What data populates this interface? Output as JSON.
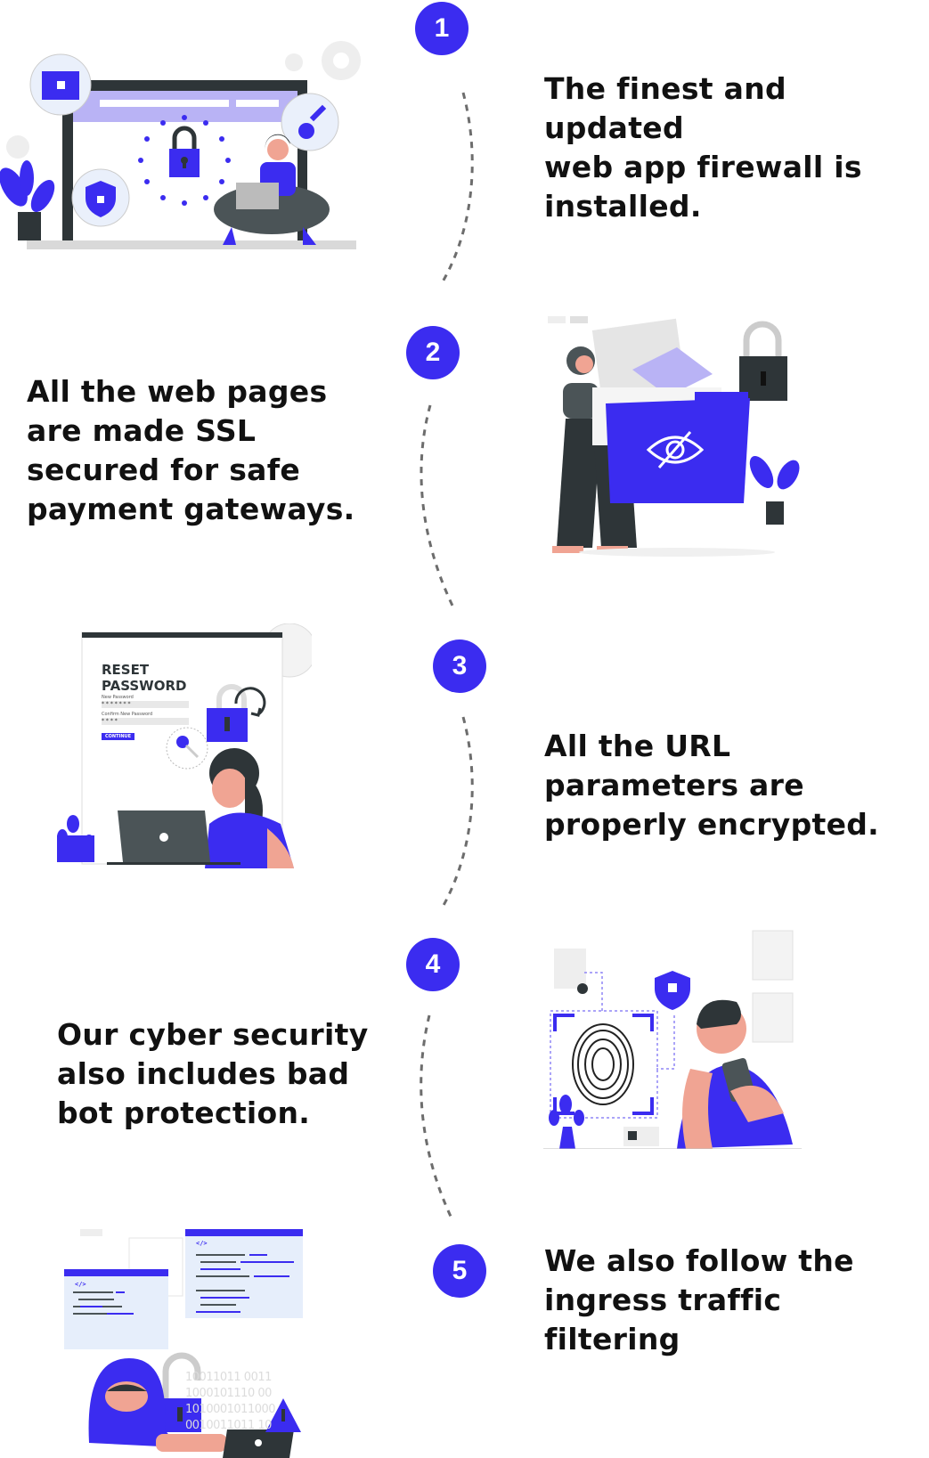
{
  "colors": {
    "accent": "#3b2cf0",
    "accent_light": "#b9b3f5",
    "dark": "#2e3538",
    "skin": "#f0a493",
    "text": "#111111",
    "connector": "#6d6d6d"
  },
  "steps": [
    {
      "number": "1",
      "text": "The finest and updated\nweb app firewall is\ninstalled.",
      "illustration": "web-firewall-illustration"
    },
    {
      "number": "2",
      "text": "All the web pages\nare made SSL\nsecured for safe\npayment gateways.",
      "illustration": "secure-folder-illustration"
    },
    {
      "number": "3",
      "text": "All the URL\nparameters are\nproperly encrypted.",
      "illustration": "reset-password-illustration",
      "screen": {
        "title_line1": "RESET",
        "title_line2": "PASSWORD",
        "new_password_label": "New Password",
        "new_password_value": "* * * * * * *",
        "confirm_label": "Confirm New Password",
        "confirm_value": "* * * *",
        "button": "CONTINUE"
      }
    },
    {
      "number": "4",
      "text": "Our cyber security\nalso includes bad\nbot protection.",
      "illustration": "fingerprint-scan-illustration"
    },
    {
      "number": "5",
      "text": "We also follow the\ningress traffic\nfiltering",
      "illustration": "hacker-code-illustration",
      "code_tag": "</>",
      "binary_lines": [
        "10011011 0011",
        "1000101110 00",
        "1010001011000",
        "0010011011 10"
      ]
    }
  ]
}
